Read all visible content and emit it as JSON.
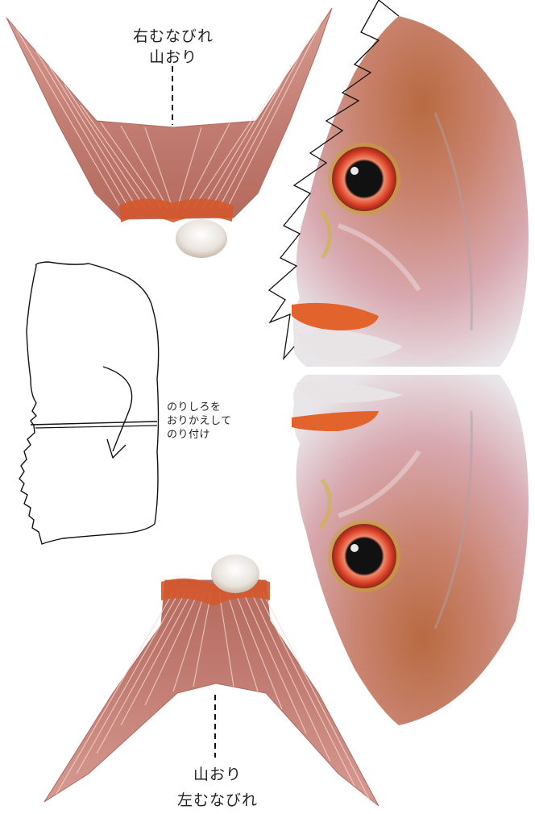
{
  "labels": {
    "top_fin_line1": "右むなびれ",
    "top_fin_line2": "山おり",
    "glue_line1": "のりしろを",
    "glue_line2": "おりかえして",
    "glue_line3": "のり付け",
    "bottom_fin_line1": "山おり",
    "bottom_fin_line2": "左むなびれ"
  },
  "colors": {
    "fin_base": "#c8857c",
    "fin_ray": "#f2d8d2",
    "fin_base_band": "#d4582c",
    "fish_body": "#c98470",
    "fish_silver": "#e6e6ea",
    "eye_ring": "#e04a30",
    "lip": "#e2642c",
    "line": "#111111"
  }
}
